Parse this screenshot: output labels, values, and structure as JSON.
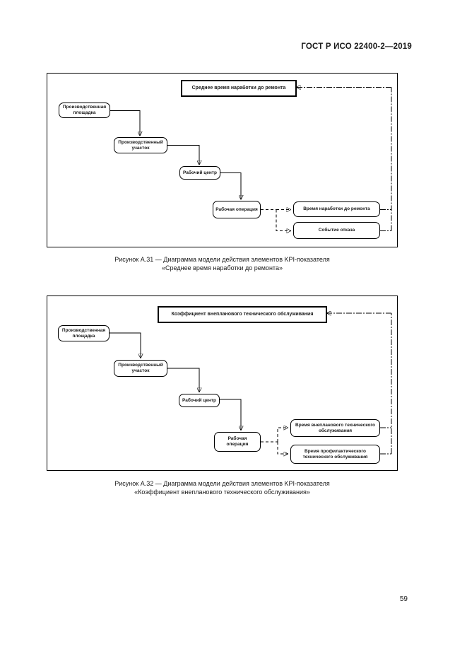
{
  "header": {
    "title": "ГОСТ Р ИСО 22400-2—2019"
  },
  "page_number": "59",
  "diagram1": {
    "title": "Среднее время наработки до ремонта",
    "nodes": {
      "site": "Производственная площадка",
      "area": "Производственный участок",
      "work_center": "Рабочий центр",
      "work_unit": "Рабочая операция",
      "time_to_repair": "Время наработки до ремонта",
      "failure_event": "Событие отказа"
    },
    "caption_line1": "Рисунок А.31 — Диаграмма модели действия элементов KPI-показателя",
    "caption_line2": "«Среднее время наработки до ремонта»"
  },
  "diagram2": {
    "title": "Коэффициент внепланового технического обслуживания",
    "nodes": {
      "site": "Производственная площадка",
      "area": "Производственный участок",
      "work_center": "Рабочий центр",
      "work_unit": "Рабочая операция",
      "unplanned_maintenance_time": "Время внепланового технического обслуживания",
      "preventive_maintenance_time": "Время профилактического технического обслуживания"
    },
    "caption_line1": "Рисунок А.32 — Диаграмма модели действия элементов KPI-показателя",
    "caption_line2": "«Коэффициент внепланового технического обслуживания»"
  }
}
